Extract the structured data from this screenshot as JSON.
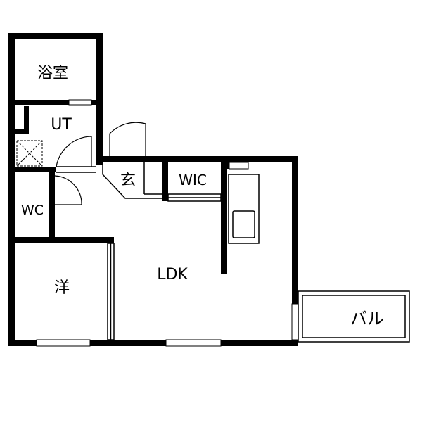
{
  "rooms": {
    "bath": "浴室",
    "ut": "UT",
    "entrance": "玄",
    "wic": "WIC",
    "wc": "WC",
    "ldk": "LDK",
    "western": "洋",
    "balcony": "バル"
  },
  "colors": {
    "wall": "#000000",
    "background": "#ffffff"
  }
}
